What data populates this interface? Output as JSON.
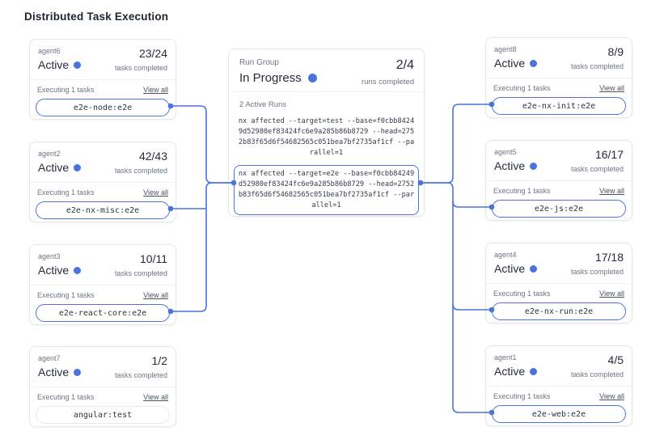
{
  "title": "Distributed Task Execution",
  "colors": {
    "accent": "#4a73dc",
    "card_border": "#e4e7ec",
    "muted_text": "#6d7586",
    "dark_text": "#242b3a"
  },
  "labels": {
    "tasks_completed": "tasks completed",
    "executing": "Executing 1 tasks",
    "view_all": "View all",
    "runs_completed": "runs completed",
    "active_runs": "2 Active Runs"
  },
  "run_group": {
    "label": "Run Group",
    "status": "In Progress",
    "progress": "2/4",
    "commands": {
      "test": "nx affected --target=test --base=f0cbb84249d52980ef83424fc6e9a285b86b8729 --head=2752b83f65d6f54682565c051bea7bf2735af1cf --parallel=1",
      "e2e": "nx affected --target=e2e --base=f0cbb84249d52980ef83424fc6e9a285b86b8729 --head=2752b83f65d6f54682565c051bea7bf2735af1cf --parallel=1"
    }
  },
  "agents": {
    "left": [
      {
        "name": "agent6",
        "status": "Active",
        "progress": "23/24",
        "task": "e2e-node:e2e"
      },
      {
        "name": "agent2",
        "status": "Active",
        "progress": "42/43",
        "task": "e2e-nx-misc:e2e"
      },
      {
        "name": "agent3",
        "status": "Active",
        "progress": "10/11",
        "task": "e2e-react-core:e2e"
      },
      {
        "name": "agent7",
        "status": "Active",
        "progress": "1/2",
        "task": "angular:test"
      }
    ],
    "right": [
      {
        "name": "agent8",
        "status": "Active",
        "progress": "8/9",
        "task": "e2e-nx-init:e2e"
      },
      {
        "name": "agent5",
        "status": "Active",
        "progress": "16/17",
        "task": "e2e-js:e2e"
      },
      {
        "name": "agent4",
        "status": "Active",
        "progress": "17/18",
        "task": "e2e-nx-run:e2e"
      },
      {
        "name": "agent1",
        "status": "Active",
        "progress": "4/5",
        "task": "e2e-web:e2e"
      }
    ]
  }
}
